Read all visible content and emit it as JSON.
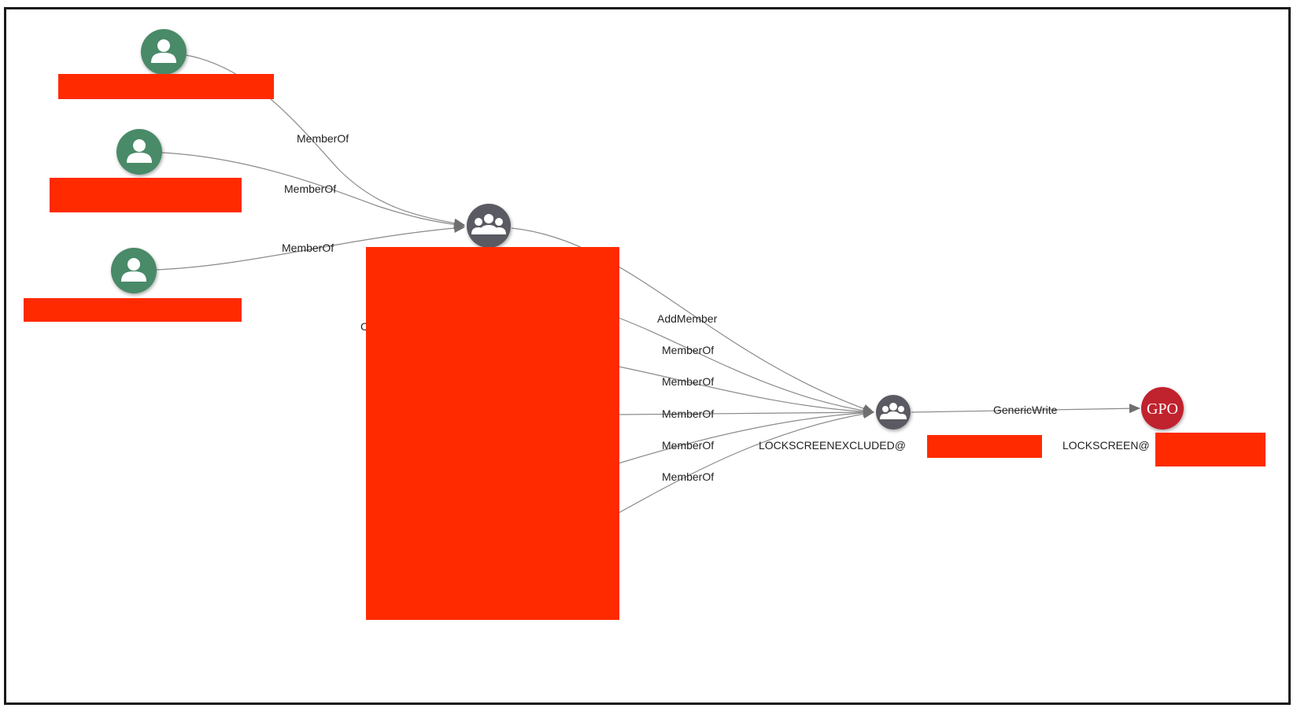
{
  "colors": {
    "user_node": "#4a8a68",
    "group_node": "#5a5a62",
    "gpo_node": "#c0232f",
    "redaction": "#ff2a00",
    "edge": "#8a8a8a"
  },
  "nodes": {
    "user_1": {
      "type": "user",
      "icon": "user-icon"
    },
    "user_2": {
      "type": "user",
      "icon": "user-icon"
    },
    "user_3": {
      "type": "user",
      "icon": "user-icon"
    },
    "group_main": {
      "type": "group",
      "icon": "group-icon"
    },
    "group_lockscreen_excluded": {
      "type": "group",
      "icon": "group-icon",
      "label": "LOCKSCREENEXCLUDED@"
    },
    "gpo_lockscreen": {
      "type": "gpo",
      "icon_text": "GPO",
      "label": "LOCKSCREEN@"
    }
  },
  "edges": {
    "user1_memberof": "MemberOf",
    "user2_memberof": "MemberOf",
    "user3_memberof": "MemberOf",
    "addmember": "AddMember",
    "memberof_1": "MemberOf",
    "memberof_2": "MemberOf",
    "memberof_3": "MemberOf",
    "memberof_4": "MemberOf",
    "memberof_5": "MemberOf",
    "genericwrite": "GenericWrite"
  },
  "partial_label_glyph": "C"
}
